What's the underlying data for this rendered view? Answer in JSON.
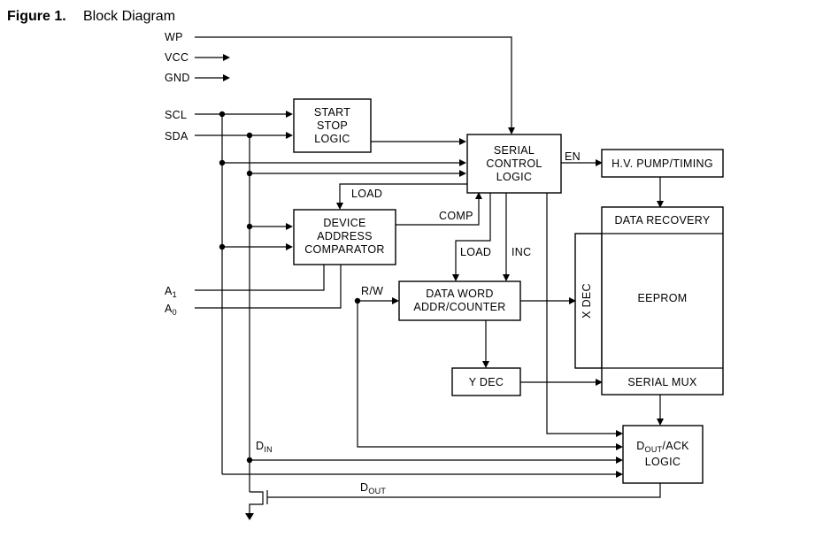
{
  "figure": {
    "number": "Figure 1.",
    "title": "Block Diagram"
  },
  "pins": {
    "wp": "WP",
    "vcc": "VCC",
    "gnd": "GND",
    "scl": "SCL",
    "sda": "SDA",
    "a1": {
      "main": "A",
      "sub": "1"
    },
    "a0": {
      "main": "A",
      "sub": "0"
    }
  },
  "blocks": {
    "start_stop": [
      "START",
      "STOP",
      "LOGIC"
    ],
    "serial_control": [
      "SERIAL",
      "CONTROL",
      "LOGIC"
    ],
    "hv_pump": "H.V. PUMP/TIMING",
    "data_recovery": "DATA  RECOVERY",
    "device_addr": [
      "DEVICE",
      "ADDRESS",
      "COMPARATOR"
    ],
    "data_word": [
      "DATA  WORD",
      "ADDR/COUNTER"
    ],
    "x_dec": "X DEC",
    "eeprom": "EEPROM",
    "y_dec": "Y  DEC",
    "serial_mux": "SERIAL  MUX",
    "dout_ack": {
      "line1_main": "D",
      "line1_sub": "OUT",
      "line1_rest": "/ACK",
      "line2": "LOGIC"
    }
  },
  "signals": {
    "en": "EN",
    "load_top": "LOAD",
    "comp": "COMP",
    "load_mid": "LOAD",
    "inc": "INC",
    "rw": "R/W",
    "din": {
      "main": "D",
      "sub": "IN"
    },
    "dout": {
      "main": "D",
      "sub": "OUT"
    }
  }
}
